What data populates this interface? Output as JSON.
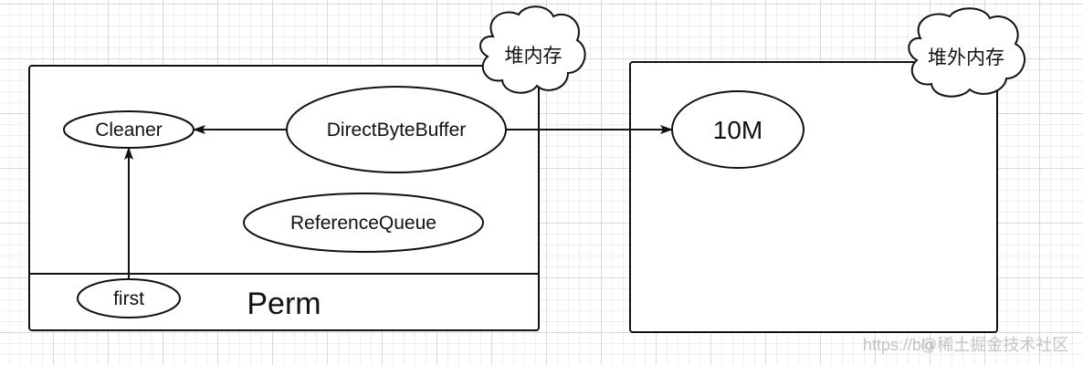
{
  "diagram": {
    "heap_cloud_label": "堆内存",
    "offheap_cloud_label": "堆外内存",
    "cleaner_label": "Cleaner",
    "direct_byte_buffer_label": "DirectByteBuffer",
    "reference_queue_label": "ReferenceQueue",
    "first_label": "first",
    "perm_label": "Perm",
    "ten_m_label": "10M"
  },
  "watermark": {
    "url_text": "https://blo",
    "site_text": "@稀土掘金技术社区"
  }
}
